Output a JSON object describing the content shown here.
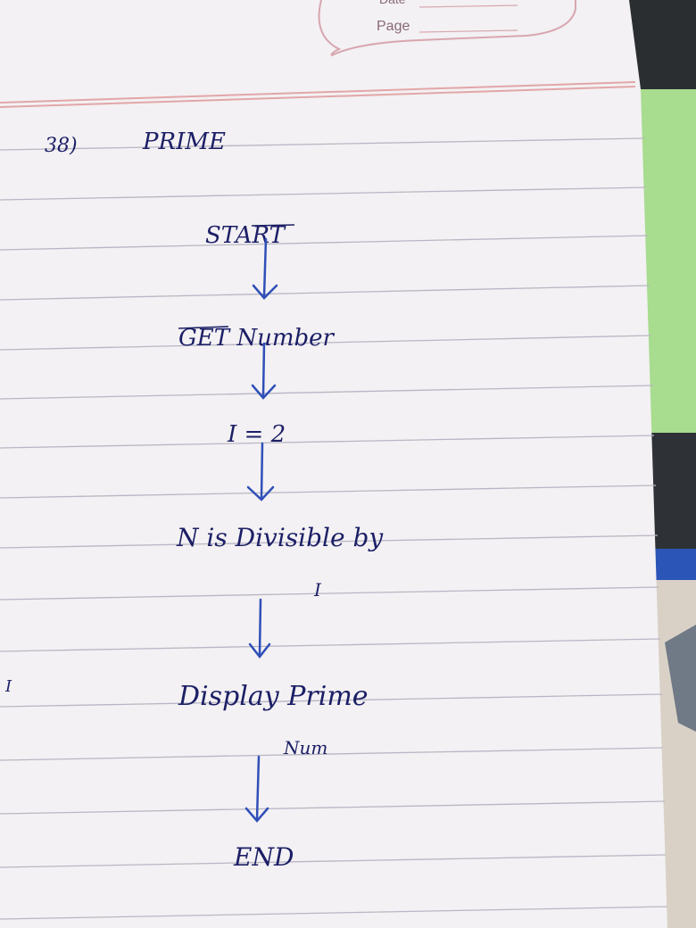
{
  "page_header": {
    "date_label": "Date",
    "page_label": "Page"
  },
  "heading": {
    "number": "38)",
    "title": "PRIME"
  },
  "flowchart": {
    "steps": [
      {
        "text": "START"
      },
      {
        "text": "GET Number"
      },
      {
        "text": "I = 2"
      },
      {
        "text": "N is Divisible by",
        "subtext": "I"
      },
      {
        "text": "Display Prime",
        "subtext": "Num"
      },
      {
        "text": "END"
      }
    ]
  },
  "margin_mark": "I",
  "colors": {
    "paper": "#f3f1f3",
    "rule_line": "#b9b6c4",
    "margin_line": "#e2a6a8",
    "ink": "#1c1f66",
    "arrow_ink": "#2f4fb8",
    "green_background": "#a8dc8f"
  }
}
